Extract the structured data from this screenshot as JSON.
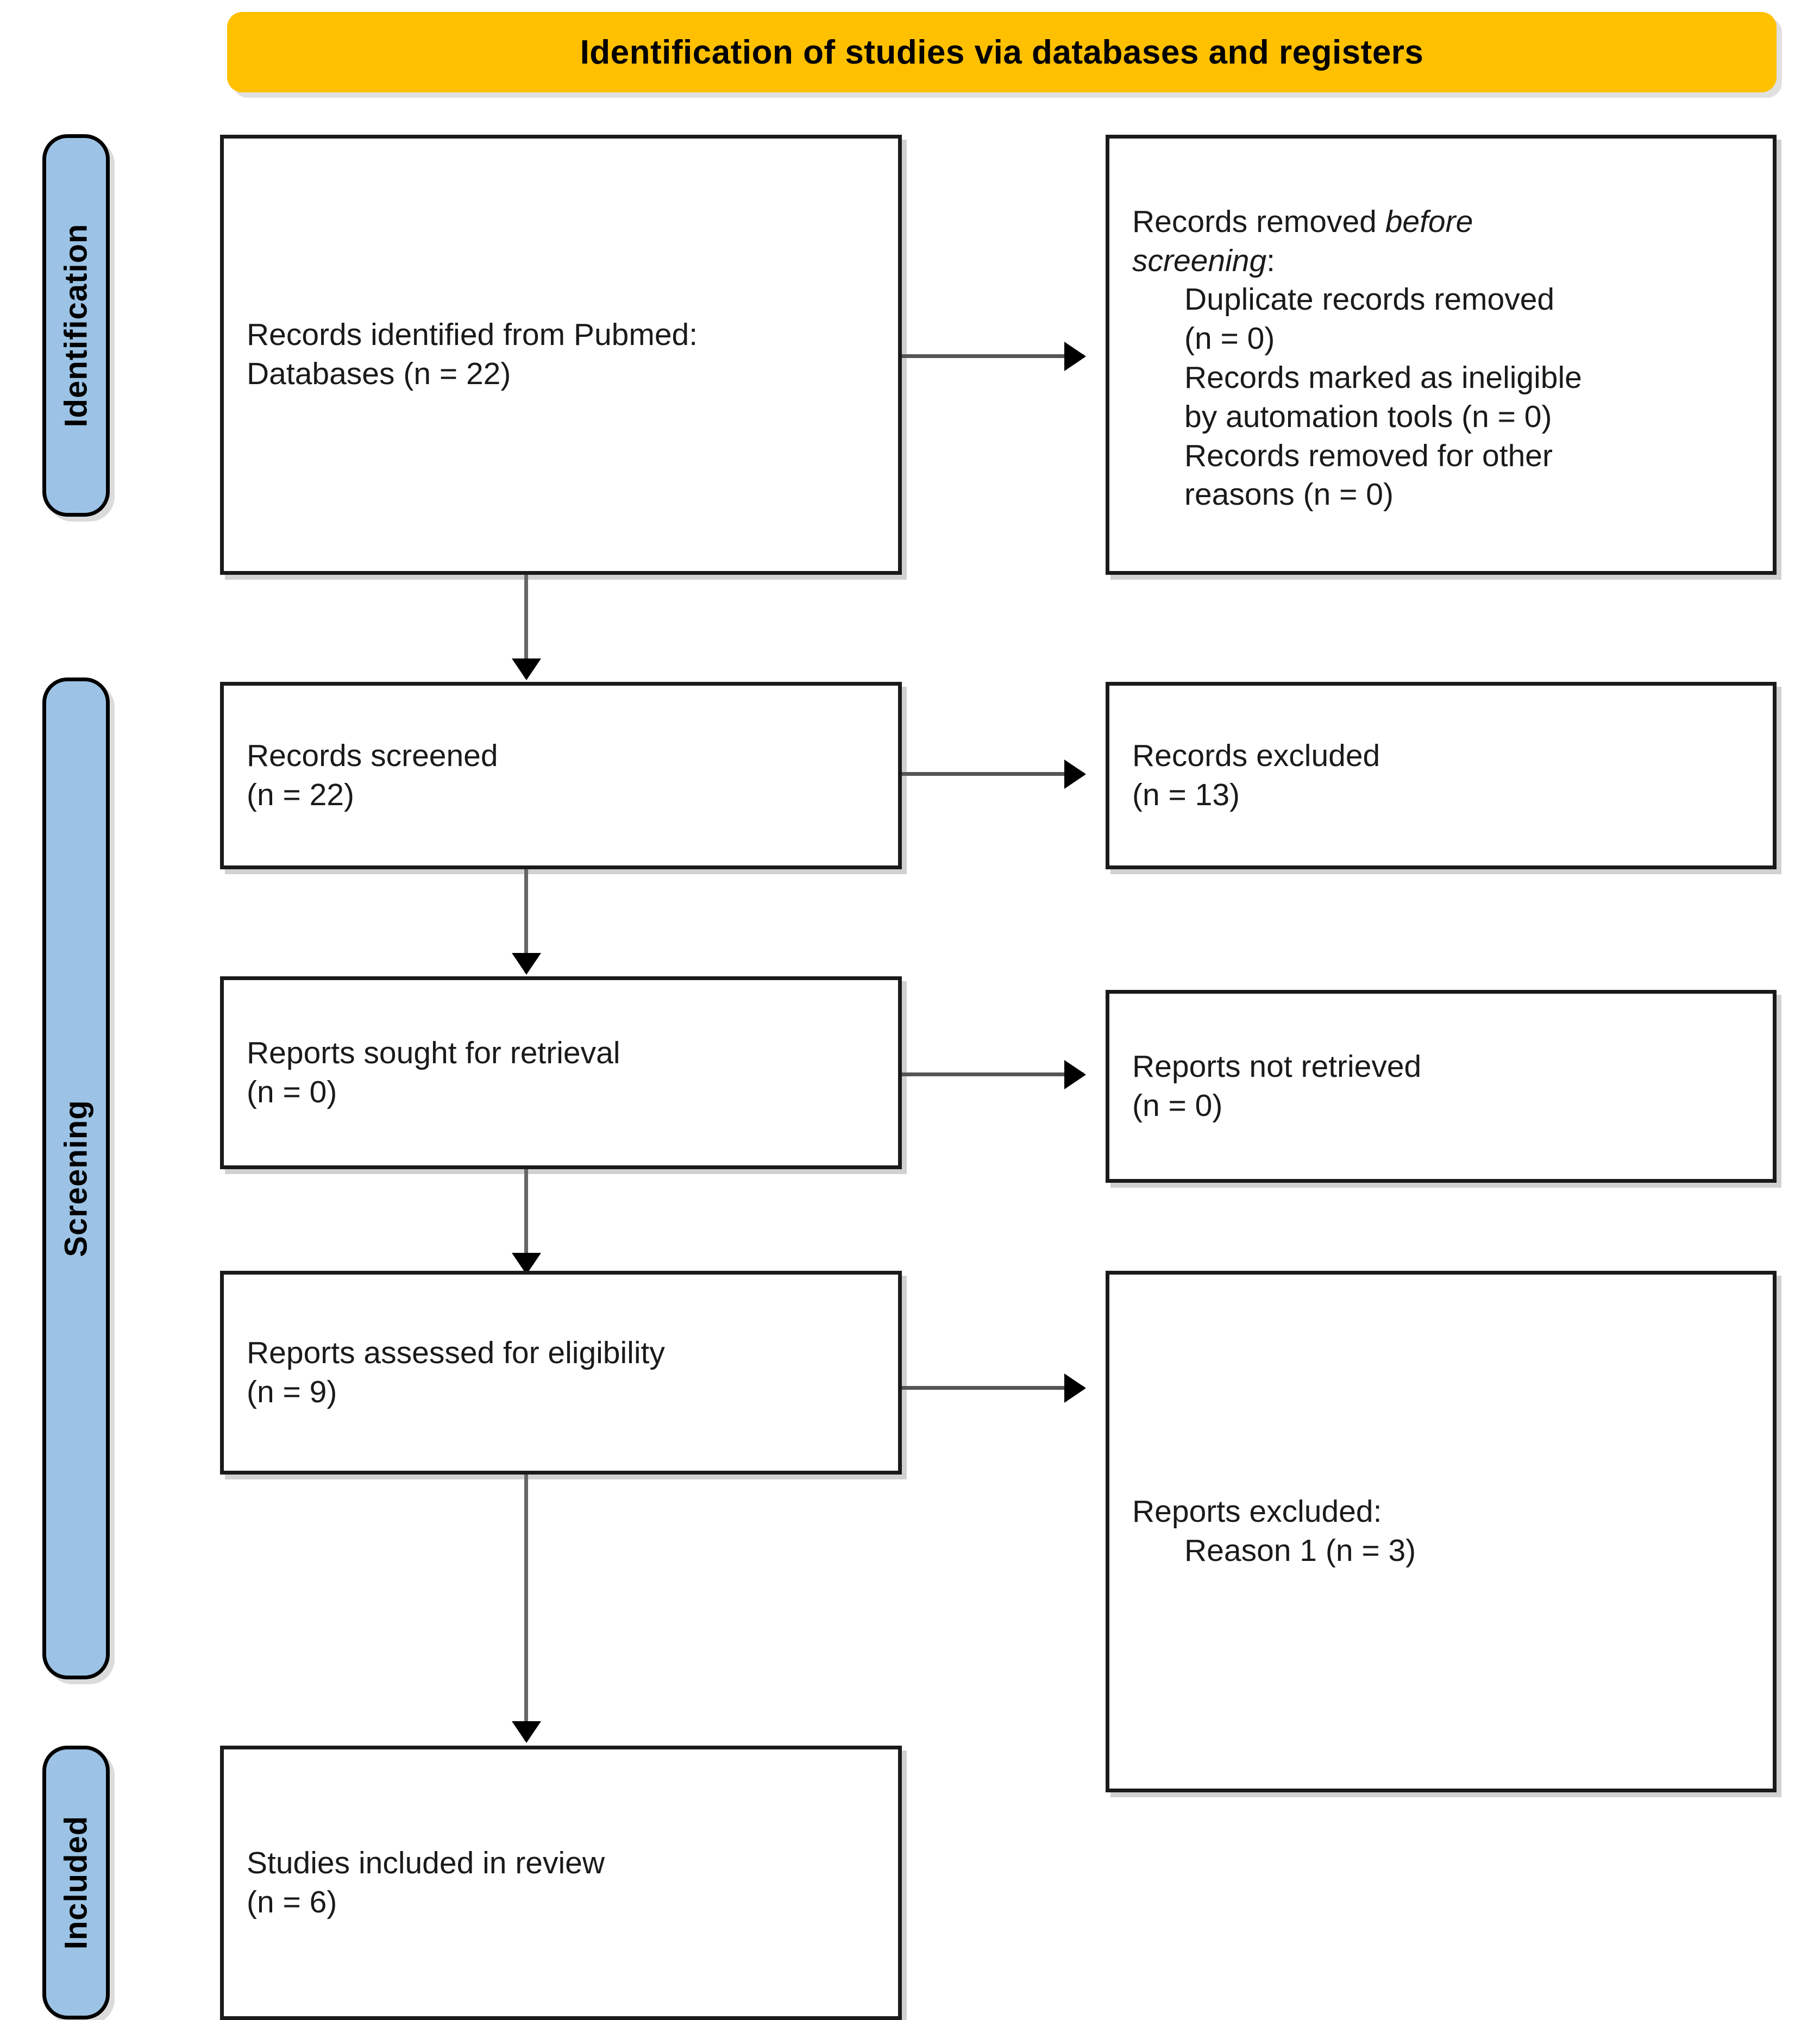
{
  "header": {
    "title": "Identification of studies via databases and registers",
    "background_color": "#FFC000"
  },
  "stages": [
    {
      "id": "identification",
      "label": "Identification",
      "background_color": "#9CC3E5"
    },
    {
      "id": "screening",
      "label": "Screening",
      "background_color": "#9CC3E5"
    },
    {
      "id": "included",
      "label": "Included",
      "background_color": "#9CC3E5"
    }
  ],
  "boxes": {
    "records_identified": {
      "line1": "Records identified from Pubmed:",
      "line2": "Databases (n = 22)"
    },
    "records_removed": {
      "line1_prefix": "Records removed ",
      "line1_italic": "before",
      "line2_italic": "screening",
      "line2_suffix": ":",
      "item1_a": "Duplicate records removed",
      "item1_b": "(n = 0)",
      "item2_a": "Records marked as ineligible",
      "item2_b": "by automation tools (n = 0)",
      "item3_a": "Records removed for other",
      "item3_b": "reasons (n = 0)"
    },
    "records_screened": {
      "line1": "Records screened",
      "line2": "(n = 22)"
    },
    "records_excluded": {
      "line1": "Records excluded",
      "line2": "(n = 13)"
    },
    "reports_sought": {
      "line1": "Reports sought for retrieval",
      "line2": "(n = 0)"
    },
    "reports_not_retrieved": {
      "line1": "Reports not retrieved",
      "line2": "(n = 0)"
    },
    "reports_assessed": {
      "line1": "Reports assessed for eligibility",
      "line2": "(n = 9)"
    },
    "reports_excluded": {
      "line1": "Reports excluded:",
      "line2": "Reason 1 (n = 3)"
    },
    "studies_included": {
      "line1": "Studies included in review",
      "line2": "(n = 6)"
    }
  },
  "counts": {
    "records_identified": 22,
    "duplicates_removed": 0,
    "ineligible_by_automation": 0,
    "removed_other_reasons": 0,
    "records_screened": 22,
    "records_excluded": 13,
    "reports_sought": 0,
    "reports_not_retrieved": 0,
    "reports_assessed": 9,
    "reports_excluded_reason1": 3,
    "studies_included": 6
  }
}
